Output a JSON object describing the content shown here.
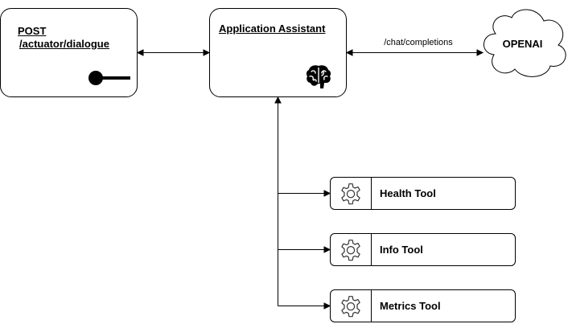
{
  "nodes": {
    "endpoint": {
      "method": "POST",
      "path": "/actuator/dialogue",
      "icon": "key-icon"
    },
    "assistant": {
      "title": "Application Assistant",
      "icon": "brain-icon"
    },
    "llm": {
      "label": "OPENAI",
      "shape": "cloud"
    }
  },
  "edges": {
    "assistant_to_llm": {
      "label": "/chat/completions"
    }
  },
  "tools": [
    {
      "label": "Health Tool",
      "icon": "gear-icon"
    },
    {
      "label": "Info Tool",
      "icon": "gear-icon"
    },
    {
      "label": "Metrics Tool",
      "icon": "gear-icon"
    }
  ]
}
